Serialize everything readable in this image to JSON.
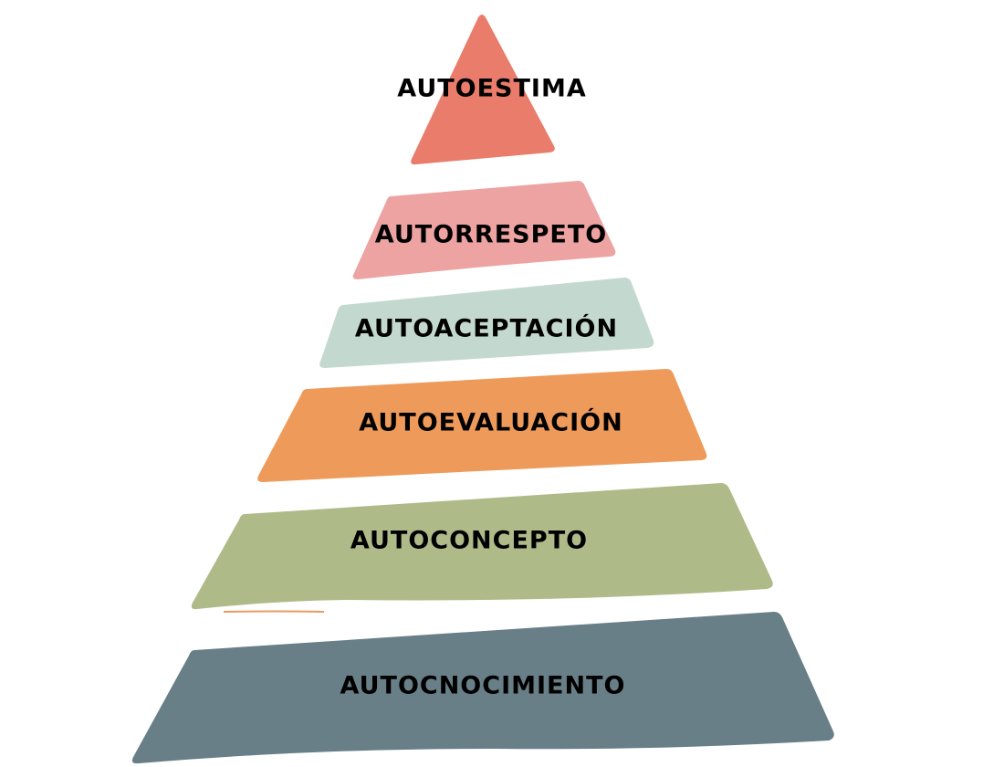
{
  "pyramid": {
    "levels": [
      {
        "label": "AUTOESTIMA",
        "color": "#e97c6a"
      },
      {
        "label": "AUTORRESPETO",
        "color": "#eca3a2"
      },
      {
        "label": "AUTOACEPTACIÓN",
        "color": "#c3d9cf"
      },
      {
        "label": "AUTOEVALUACIÓN",
        "color": "#ee9a5a"
      },
      {
        "label": "AUTOCONCEPTO",
        "color": "#afba89"
      },
      {
        "label": "AUTOCNOCIMIENTO",
        "color": "#687f87"
      }
    ]
  }
}
